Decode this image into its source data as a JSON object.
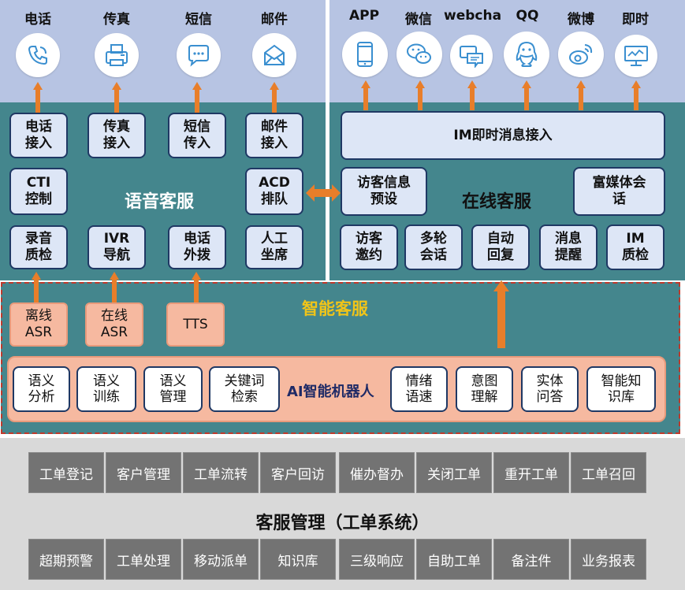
{
  "colors": {
    "top_panel": "#b7c4e3",
    "teal": "#44868d",
    "orange": "#e87e2a",
    "gray_box": "#737373"
  },
  "voice_channels": [
    {
      "label": "电话",
      "icon": "phone-icon"
    },
    {
      "label": "传真",
      "icon": "fax-icon"
    },
    {
      "label": "短信",
      "icon": "sms-icon"
    },
    {
      "label": "邮件",
      "icon": "email-icon"
    }
  ],
  "online_channels": [
    {
      "label": "APP",
      "icon": "mobile-app-icon"
    },
    {
      "label": "微信",
      "icon": "wechat-icon"
    },
    {
      "label": "webcha",
      "icon": "webchat-icon"
    },
    {
      "label": "QQ",
      "icon": "qq-icon"
    },
    {
      "label": "微博",
      "icon": "weibo-icon"
    },
    {
      "label": "即时",
      "icon": "monitor-icon"
    }
  ],
  "voice": {
    "title": "语音客服",
    "access": [
      "电话\n接入",
      "传真\n接入",
      "短信\n传入",
      "邮件\n接入"
    ],
    "middle": [
      "CTI\n控制",
      "ACD\n排队"
    ],
    "bottom": [
      "录音\n质检",
      "IVR\n导航",
      "电话\n外拨",
      "人工\n坐席"
    ]
  },
  "online": {
    "title": "在线客服",
    "im_access": "IM即时消息接入",
    "middle": [
      "访客信息\n预设",
      "富媒体会\n话"
    ],
    "bottom": [
      "访客\n邀约",
      "多轮\n会话",
      "自动\n回复",
      "消息\n提醒",
      "IM\n质检"
    ]
  },
  "smart": {
    "title": "智能客服",
    "engines": [
      "离线\nASR",
      "在线\nASR",
      "TTS"
    ],
    "robot_title": "AI智能机器人",
    "robot_left": [
      "语义\n分析",
      "语义\n训练",
      "语义\n管理",
      "关键词\n检索"
    ],
    "robot_right": [
      "情绪\n语速",
      "意图\n理解",
      "实体\n问答",
      "智能知\n识库"
    ]
  },
  "management": {
    "title": "客服管理（工单系统）",
    "row1": [
      "工单登记",
      "客户管理",
      "工单流转",
      "客户回访",
      "催办督办",
      "关闭工单",
      "重开工单",
      "工单召回"
    ],
    "row2": [
      "超期预警",
      "工单处理",
      "移动派单",
      "知识库",
      "三级响应",
      "自助工单",
      "备注件",
      "业务报表"
    ]
  }
}
